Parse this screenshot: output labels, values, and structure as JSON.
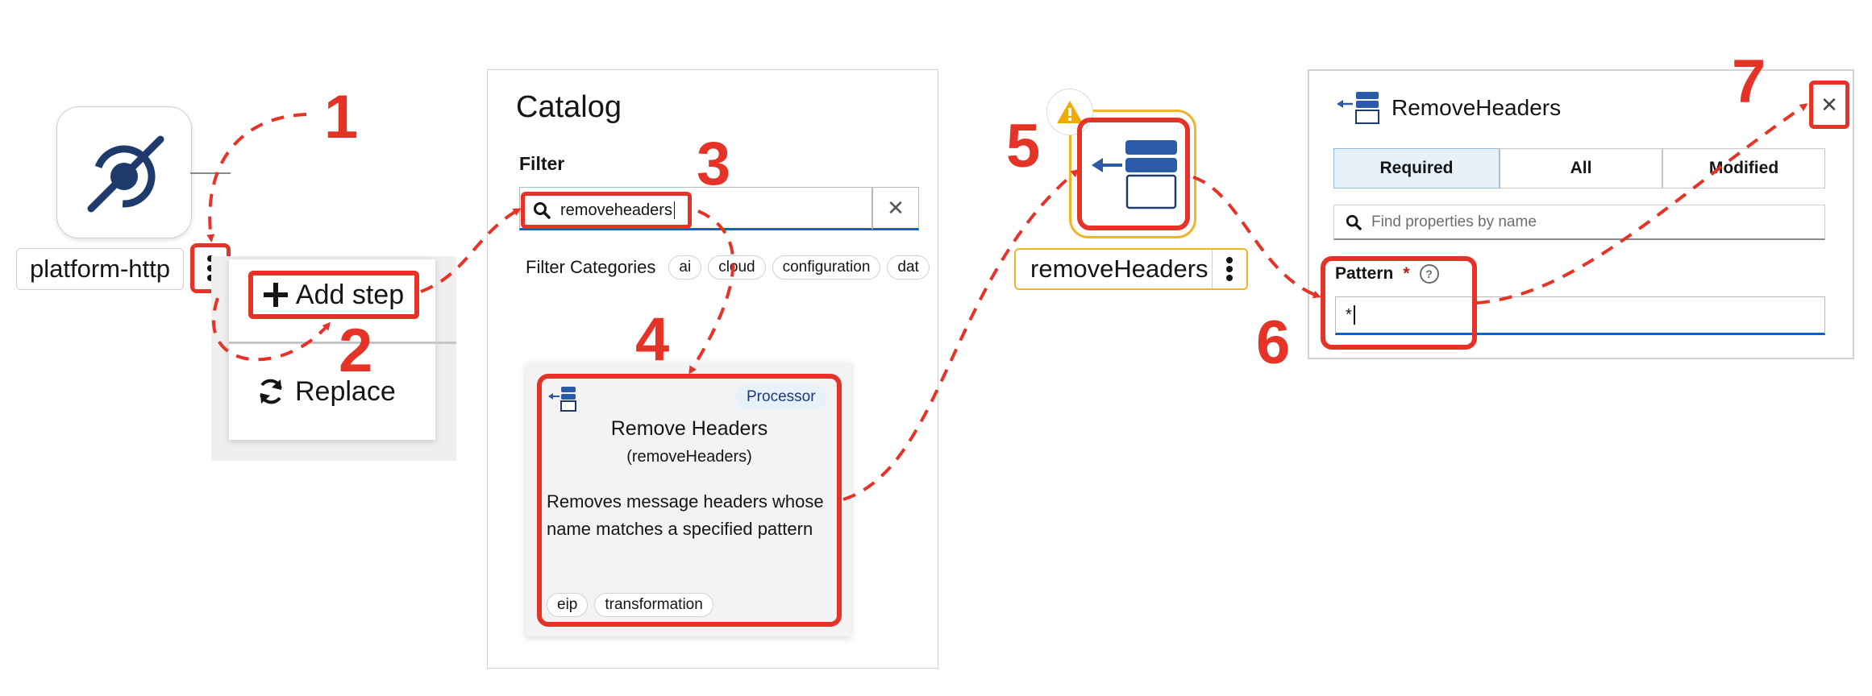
{
  "panel1": {
    "node_label": "platform-http",
    "menu": {
      "add_step": "Add step",
      "replace": "Replace"
    }
  },
  "catalog": {
    "title": "Catalog",
    "filter_label": "Filter",
    "search_value": "removeheaders",
    "categories_label": "Filter Categories",
    "categories": [
      "ai",
      "cloud",
      "configuration",
      "dat"
    ],
    "tile": {
      "badge": "Processor",
      "title": "Remove Headers",
      "subtitle": "(removeHeaders)",
      "description": "Removes message headers whose name matches a specified pattern",
      "tags": [
        "eip",
        "transformation"
      ]
    }
  },
  "panel3": {
    "node_label": "removeHeaders"
  },
  "config": {
    "title": "RemoveHeaders",
    "tabs": [
      "Required",
      "All",
      "Modified"
    ],
    "active_tab": "Required",
    "find_placeholder": "Find properties by name",
    "field_label": "Pattern",
    "required_marker": "*",
    "help_glyph": "?",
    "field_value": "*"
  },
  "steps": [
    "1",
    "2",
    "3",
    "4",
    "5",
    "6",
    "7"
  ],
  "colors": {
    "highlight": "#e53427",
    "accent": "#0066cc",
    "warning": "#f0b429",
    "icon_blue": "#2b5aa8"
  }
}
